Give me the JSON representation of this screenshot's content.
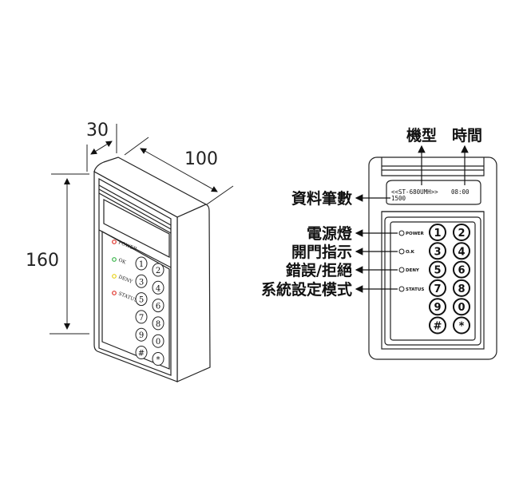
{
  "dimensions": {
    "depth": "30",
    "width": "100",
    "height": "160"
  },
  "display": {
    "line1": "<<ST-680UMH>>",
    "time": "08:00",
    "line2": "1500"
  },
  "callouts": {
    "model": "機型",
    "time": "時間",
    "record_count": "資料筆數",
    "power_light": "電源燈",
    "door_open": "開門指示",
    "error_deny": "錯誤/拒絕",
    "system_setup": "系統設定模式"
  },
  "leds": [
    {
      "label": "POWER",
      "left_label": "POWER",
      "color": "#e0332a"
    },
    {
      "label": "O.K",
      "left_label": "OK",
      "color": "#3ab54a"
    },
    {
      "label": "DENY",
      "left_label": "DENY",
      "color": "#e8d21a"
    },
    {
      "label": "STATUS",
      "left_label": "STATUS",
      "color": "#e0332a"
    }
  ],
  "keys": [
    "1",
    "2",
    "3",
    "4",
    "5",
    "6",
    "7",
    "8",
    "9",
    "0",
    "#",
    "*"
  ]
}
